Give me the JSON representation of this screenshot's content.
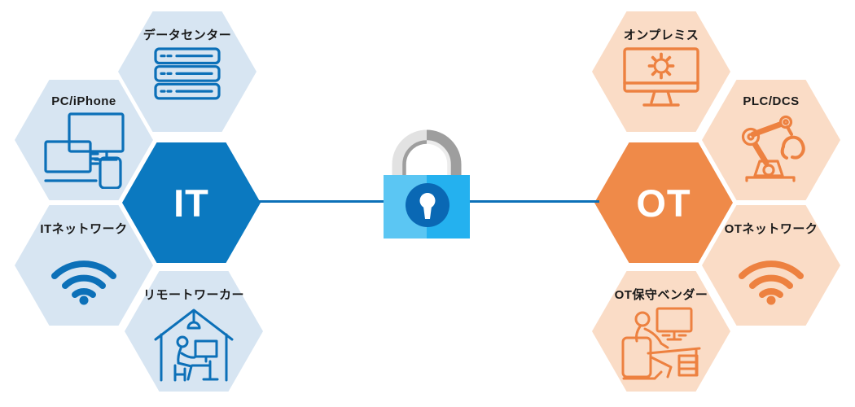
{
  "left": {
    "hub": "IT",
    "nodes": [
      {
        "label": "データセンター",
        "icon": "server-stack-icon"
      },
      {
        "label": "PC/iPhone",
        "icon": "devices-icon"
      },
      {
        "label": "ITネットワーク",
        "icon": "wifi-icon"
      },
      {
        "label": "リモートワーカー",
        "icon": "remote-worker-icon"
      }
    ]
  },
  "right": {
    "hub": "OT",
    "nodes": [
      {
        "label": "オンプレミス",
        "icon": "monitor-gear-icon"
      },
      {
        "label": "PLC/DCS",
        "icon": "robot-arm-icon"
      },
      {
        "label": "OTネットワーク",
        "icon": "wifi-icon"
      },
      {
        "label": "OT保守ベンダー",
        "icon": "maintenance-vendor-icon"
      }
    ]
  },
  "center": {
    "icon": "padlock-icon"
  },
  "colors": {
    "it_hub": "#0b79c0",
    "it_node_fill": "#d7e5f2",
    "it_icon_stroke": "#0c70b8",
    "ot_hub": "#ef8a49",
    "ot_node_fill": "#fadcc6",
    "ot_icon_stroke": "#ed8140",
    "connector_line": "#0c70b8",
    "lock_body_light": "#5bc6f3",
    "lock_body_dark": "#24b1ef",
    "lock_keyhole": "#0a68b4",
    "shackle_light": "#e2e2e2",
    "shackle_dark": "#9e9e9e",
    "label_text": "#1a1a1a"
  }
}
